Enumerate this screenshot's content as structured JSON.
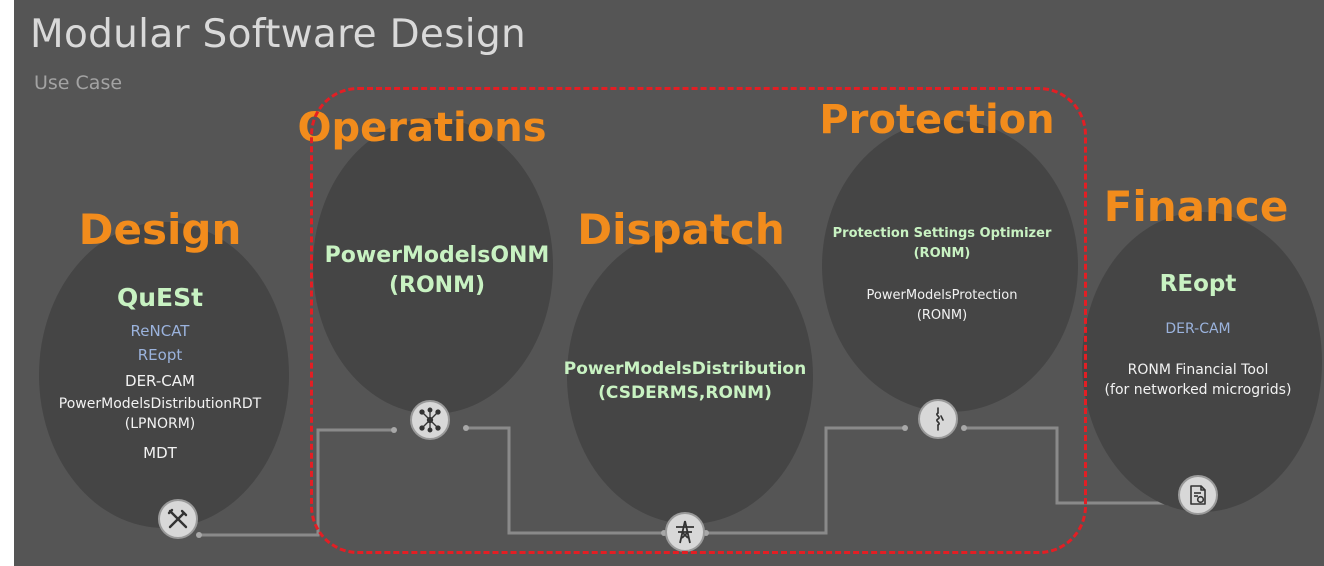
{
  "slide": {
    "title": "Modular Software Design",
    "subtitle": "Use Case"
  },
  "design": {
    "heading": "Design",
    "tool": "QuESt",
    "items": [
      "ReNCAT",
      "REopt",
      "DER-CAM",
      "PowerModelsDistributionRDT",
      "(LPNORM)",
      "MDT"
    ],
    "icon": "tools-crossed-icon"
  },
  "operations": {
    "heading": "Operations",
    "tool_line1": "PowerModelsONM",
    "tool_line2": "(RONM)",
    "icon": "network-nodes-icon"
  },
  "dispatch": {
    "heading": "Dispatch",
    "tool_line1": "PowerModelsDistribution",
    "tool_line2": "(CSDERMS,RONM)",
    "icon": "transmission-tower-icon"
  },
  "protection": {
    "heading": "Protection",
    "tool_line1": "Protection Settings Optimizer",
    "tool_line2": "(RONM)",
    "item_line1": "PowerModelsProtection",
    "item_line2": "(RONM)",
    "icon": "fuse-icon"
  },
  "finance": {
    "heading": "Finance",
    "tool": "REopt",
    "item1": "DER-CAM",
    "item2_line1": "RONM Financial Tool",
    "item2_line2": "(for networked microgrids)",
    "icon": "financial-document-icon"
  },
  "colors": {
    "background": "#555555",
    "circle": "#454545",
    "heading": "#f28c1c",
    "tool": "#c8f2c2",
    "secondary": "#9bb3dd",
    "highlight_border": "#e31e24"
  }
}
